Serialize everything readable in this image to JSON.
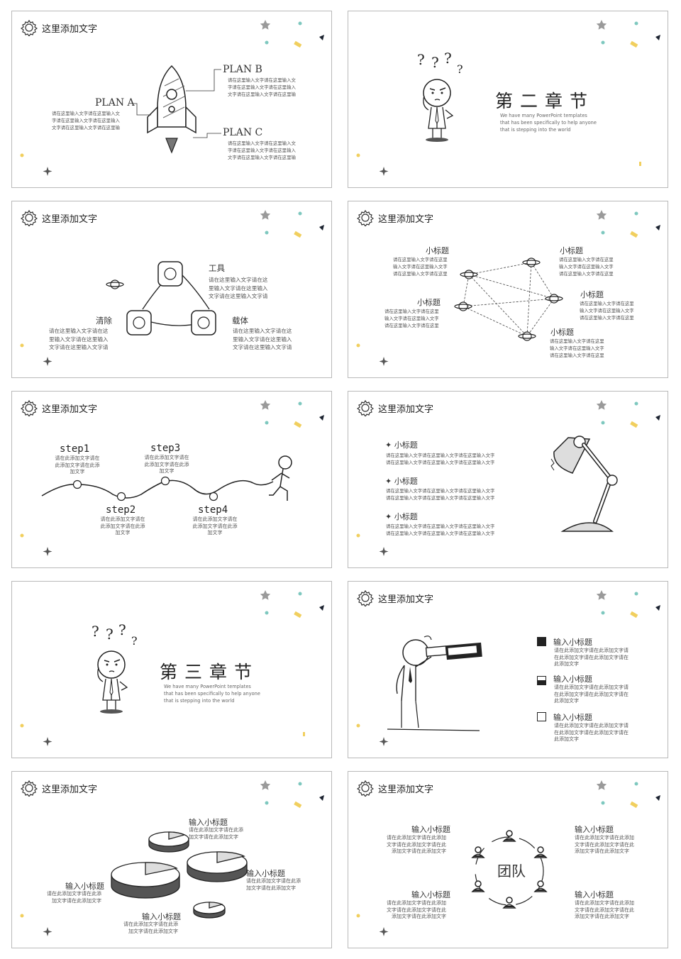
{
  "header_title": "这里添加文字",
  "slide1": {
    "plan_a": "PLAN A",
    "plan_b": "PLAN B",
    "plan_c": "PLAN C",
    "text_a": [
      "请在这里输入文字请在这里输入文",
      "字请在这里输入文字请在这里输入",
      "文字请在这里输入文字请在这里输"
    ],
    "text_b": [
      "请在这里输入文字请在这里输入文",
      "字请在这里输入文字请在这里输入",
      "文字请在这里输入文字请在这里输"
    ],
    "text_c": [
      "请在这里输入文字请在这里输入文",
      "字请在这里输入文字请在这里输入",
      "文字请在这里输入文字请在这里输"
    ]
  },
  "slide2": {
    "title": "第二章节",
    "en": [
      "We have many PowerPoint templates",
      "that has been specifically to help anyone",
      "that is stepping into the world"
    ]
  },
  "slide3": {
    "tool": "工具",
    "clear": "清除",
    "carrier": "载体",
    "text_tool": [
      "请在这里输入文字请在这",
      "里输入文字请在这里输入",
      "文字请在这里输入文字请"
    ],
    "text_clear": [
      "请在这里输入文字请在这",
      "里输入文字请在这里输入",
      "文字请在这里输入文字请"
    ],
    "text_carrier": [
      "请在这里输入文字请在这",
      "里输入文字请在这里输入",
      "文字请在这里输入文字请"
    ]
  },
  "slide4": {
    "sub": "小标题",
    "t1": [
      "请在这里输入文字请在这里",
      "输入文字请在这里输入文字",
      "请在这里输入文字请在这里"
    ],
    "t2": [
      "请在这里输入文字请在这里",
      "输入文字请在这里输入文字",
      "请在这里输入文字请在这里"
    ],
    "t3": [
      "请在这里输入文字请在这里",
      "输入文字请在这里输入文字",
      "请在这里输入文字请在这里"
    ],
    "t4": [
      "请在这里输入文字请在这里",
      "输入文字请在这里输入文字",
      "请在这里输入文字请在这里"
    ],
    "t5": [
      "请在这里输入文字请在这里",
      "输入文字请在这里输入文字",
      "请在这里输入文字请在这里"
    ]
  },
  "slide5": {
    "step1": "step1",
    "step2": "step2",
    "step3": "step3",
    "step4": "step4",
    "s1": [
      "请在此添加文字请在",
      "此添加文字请在此添",
      "加文字"
    ],
    "s2": [
      "请在此添加文字请在",
      "此添加文字请在此添",
      "加文字"
    ],
    "s3": [
      "请在此添加文字请在",
      "此添加文字请在此添",
      "加文字"
    ],
    "s4": [
      "请在此添加文字请在",
      "此添加文字请在此添",
      "加文字"
    ]
  },
  "slide6": {
    "sub": "小标题",
    "line1": "请在这里输入文字请在这里输入文字请在这里输入文字",
    "line2": "请在这里输入文字请在这里输入文字请在这里输入文字"
  },
  "slide7": {
    "title": "第三章节",
    "en": [
      "We have many PowerPoint templates",
      "that has been specifically to help anyone",
      "that is stepping into the world"
    ]
  },
  "slide8": {
    "sub": "输入小标题",
    "text": [
      "请在此添加文字请在此添加文字请",
      "在此添加文字请在此添加文字请在",
      "此添加文字"
    ]
  },
  "slide9": {
    "sub": "输入小标题",
    "t_top": [
      "请在此添加文字请在此添",
      "加文字请在此添加文字"
    ],
    "t_left": [
      "请在此添加文字请在此添",
      "加文字请在此添加文字"
    ],
    "t_right": [
      "请在此添加文字请在此添",
      "加文字请在此添加文字"
    ],
    "t_bottom": [
      "请在此添加文字请在此添",
      "加文字请在此添加文字"
    ]
  },
  "slide10": {
    "team": "团队",
    "sub": "输入小标题",
    "t_left": [
      "请在此添加文字请在此添加",
      "文字请在此添加文字请在此",
      "添加文字请在此添加文字"
    ],
    "t_right": [
      "请在此添加文字请在此添加",
      "文字请在此添加文字请在此",
      "添加文字请在此添加文字"
    ]
  },
  "colors": {
    "border": "#b9b9b9",
    "gray_star": "#9a9a9a",
    "teal_dot": "#7ec8bf",
    "yellow": "#f1cf5e",
    "dark": "#1c2330"
  }
}
